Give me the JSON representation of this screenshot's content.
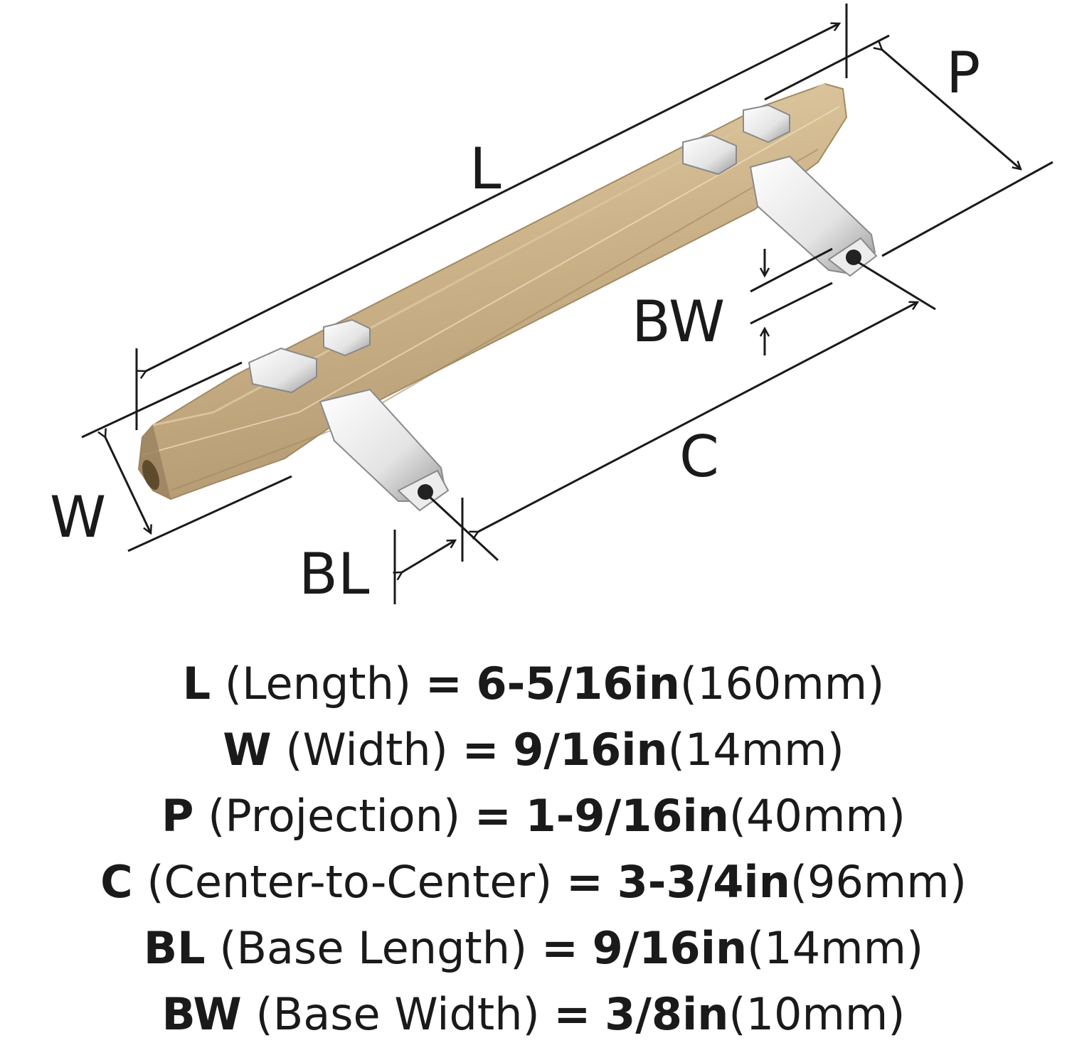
{
  "diagram": {
    "labels": {
      "L": "L",
      "P": "P",
      "W": "W",
      "BW": "BW",
      "C": "C",
      "BL": "BL"
    },
    "colors": {
      "bar_light": "#e6d2a8",
      "bar_mid": "#cdb38a",
      "bar_dark": "#b39a72",
      "chrome_light": "#f5f5f5",
      "chrome_mid": "#d8d8d8",
      "chrome_dark": "#9a9a9a",
      "line": "#1a1a1a"
    }
  },
  "specs": [
    {
      "abbr": "L",
      "name": "(Length)",
      "eq": "=",
      "imperial": "6-5/16in",
      "metric": "(160mm)"
    },
    {
      "abbr": "W",
      "name": "(Width)",
      "eq": "=",
      "imperial": "9/16in",
      "metric": "(14mm)"
    },
    {
      "abbr": "P",
      "name": "(Projection)",
      "eq": "=",
      "imperial": "1-9/16in",
      "metric": "(40mm)"
    },
    {
      "abbr": "C",
      "name": "(Center-to-Center)",
      "eq": "=",
      "imperial": "3-3/4in",
      "metric": "(96mm)"
    },
    {
      "abbr": "BL",
      "name": "(Base Length)",
      "eq": "=",
      "imperial": "9/16in",
      "metric": "(14mm)"
    },
    {
      "abbr": "BW",
      "name": "(Base Width)",
      "eq": "=",
      "imperial": "3/8in",
      "metric": "(10mm)"
    }
  ]
}
